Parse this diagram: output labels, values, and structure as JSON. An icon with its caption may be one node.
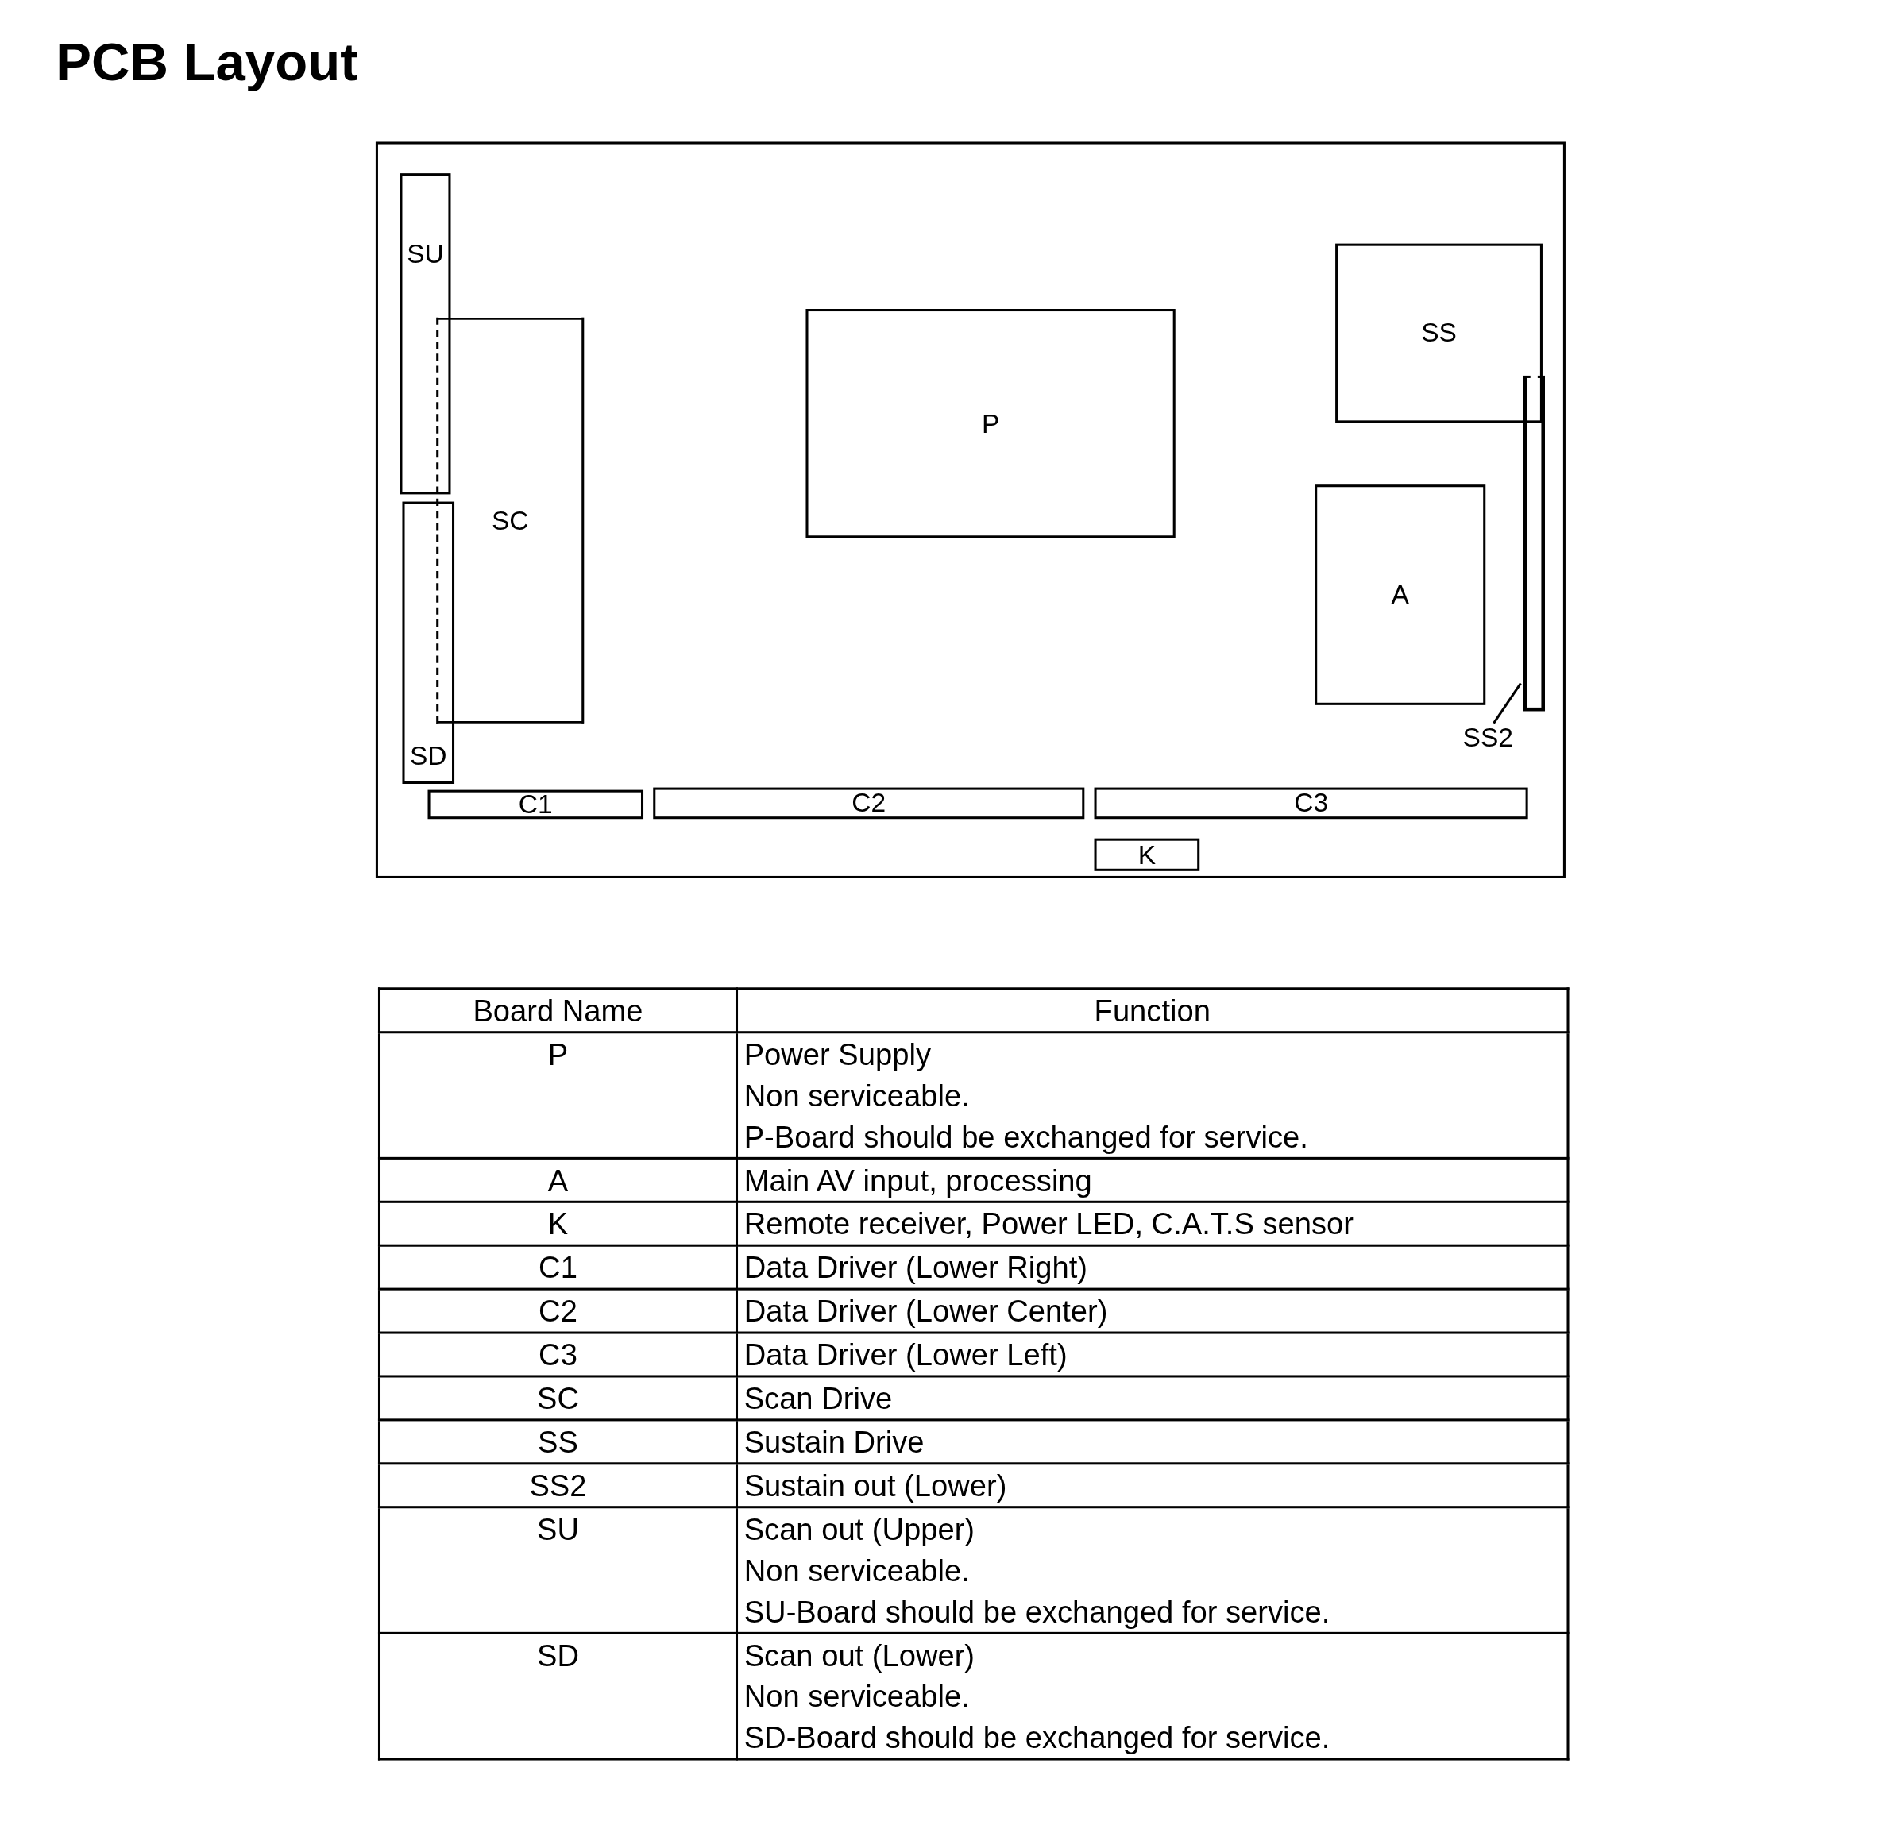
{
  "diagram": {
    "title": "PCB Layout",
    "nodes": [
      {
        "text": [],
        "shape": "box"
      },
      {
        "text": [
          "SU"
        ],
        "in": 0
      },
      {
        "text": [
          "SC"
        ],
        "in": 0
      },
      {
        "text": [
          "SD"
        ],
        "in": 0
      },
      {
        "text": [
          "P"
        ],
        "in": 0
      },
      {
        "text": [
          "SS"
        ],
        "in": 0
      },
      {
        "text": [
          "A"
        ],
        "in": 0
      },
      {
        "text": [],
        "shape": "bar",
        "in": 0
      },
      {
        "text": [
          "SS2"
        ],
        "in": 0
      },
      {
        "text": [
          "C1"
        ],
        "in": 0
      },
      {
        "text": [
          "C2"
        ],
        "in": 0
      },
      {
        "text": [
          "C3"
        ],
        "in": 0
      },
      {
        "text": [
          "K"
        ],
        "in": 0
      }
    ],
    "edges": [
      {
        "from": 8,
        "to": 7,
        "arrow": "none"
      }
    ],
    "labels": [
      "Board Name",
      "Function",
      "P",
      "Power Supply",
      "Non serviceable.",
      "P-Board should be exchanged for service.",
      "A",
      "Main AV input, processing",
      "K",
      "Remote receiver, Power LED, C.A.T.S sensor",
      "C1",
      "Data Driver (Lower Right)",
      "C2",
      "Data Driver (Lower Center)",
      "C3",
      "Data Driver (Lower Left)",
      "SC",
      "Scan Drive",
      "SS",
      "Sustain Drive",
      "SS2",
      "Sustain out (Lower)",
      "SU",
      "Scan out (Upper)",
      "Non serviceable.",
      "SU-Board should be exchanged for service.",
      "SD",
      "Scan out (Lower)",
      "Non serviceable.",
      "SD-Board should be exchanged for service."
    ]
  }
}
